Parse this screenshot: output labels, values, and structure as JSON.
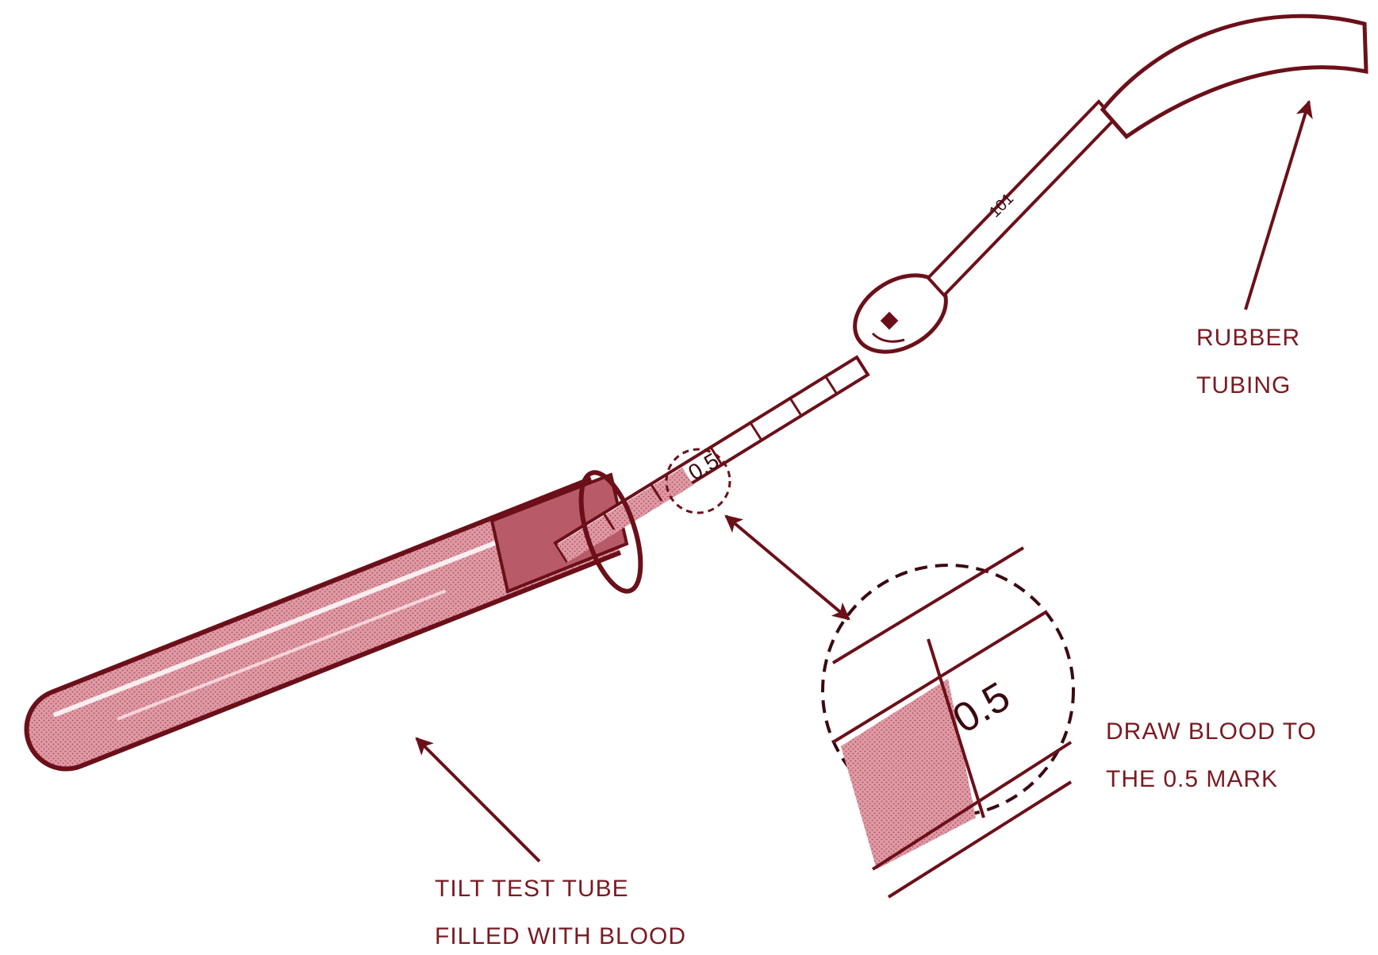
{
  "labels": {
    "rubber_tubing": "RUBBER\nTUBING",
    "draw_blood": "DRAW BLOOD TO\nTHE 0.5 MARK",
    "tilt_tube": "TILT TEST TUBE\nFILLED WITH BLOOD"
  },
  "pipette": {
    "small_mark": "0.5",
    "magnified_mark": "0.5",
    "top_mark": "101"
  },
  "colors": {
    "ink": "#6b1019",
    "blood": "#d98a96",
    "blood_dark": "#b85a68",
    "label": "#7a1a22",
    "background": "#ffffff"
  }
}
